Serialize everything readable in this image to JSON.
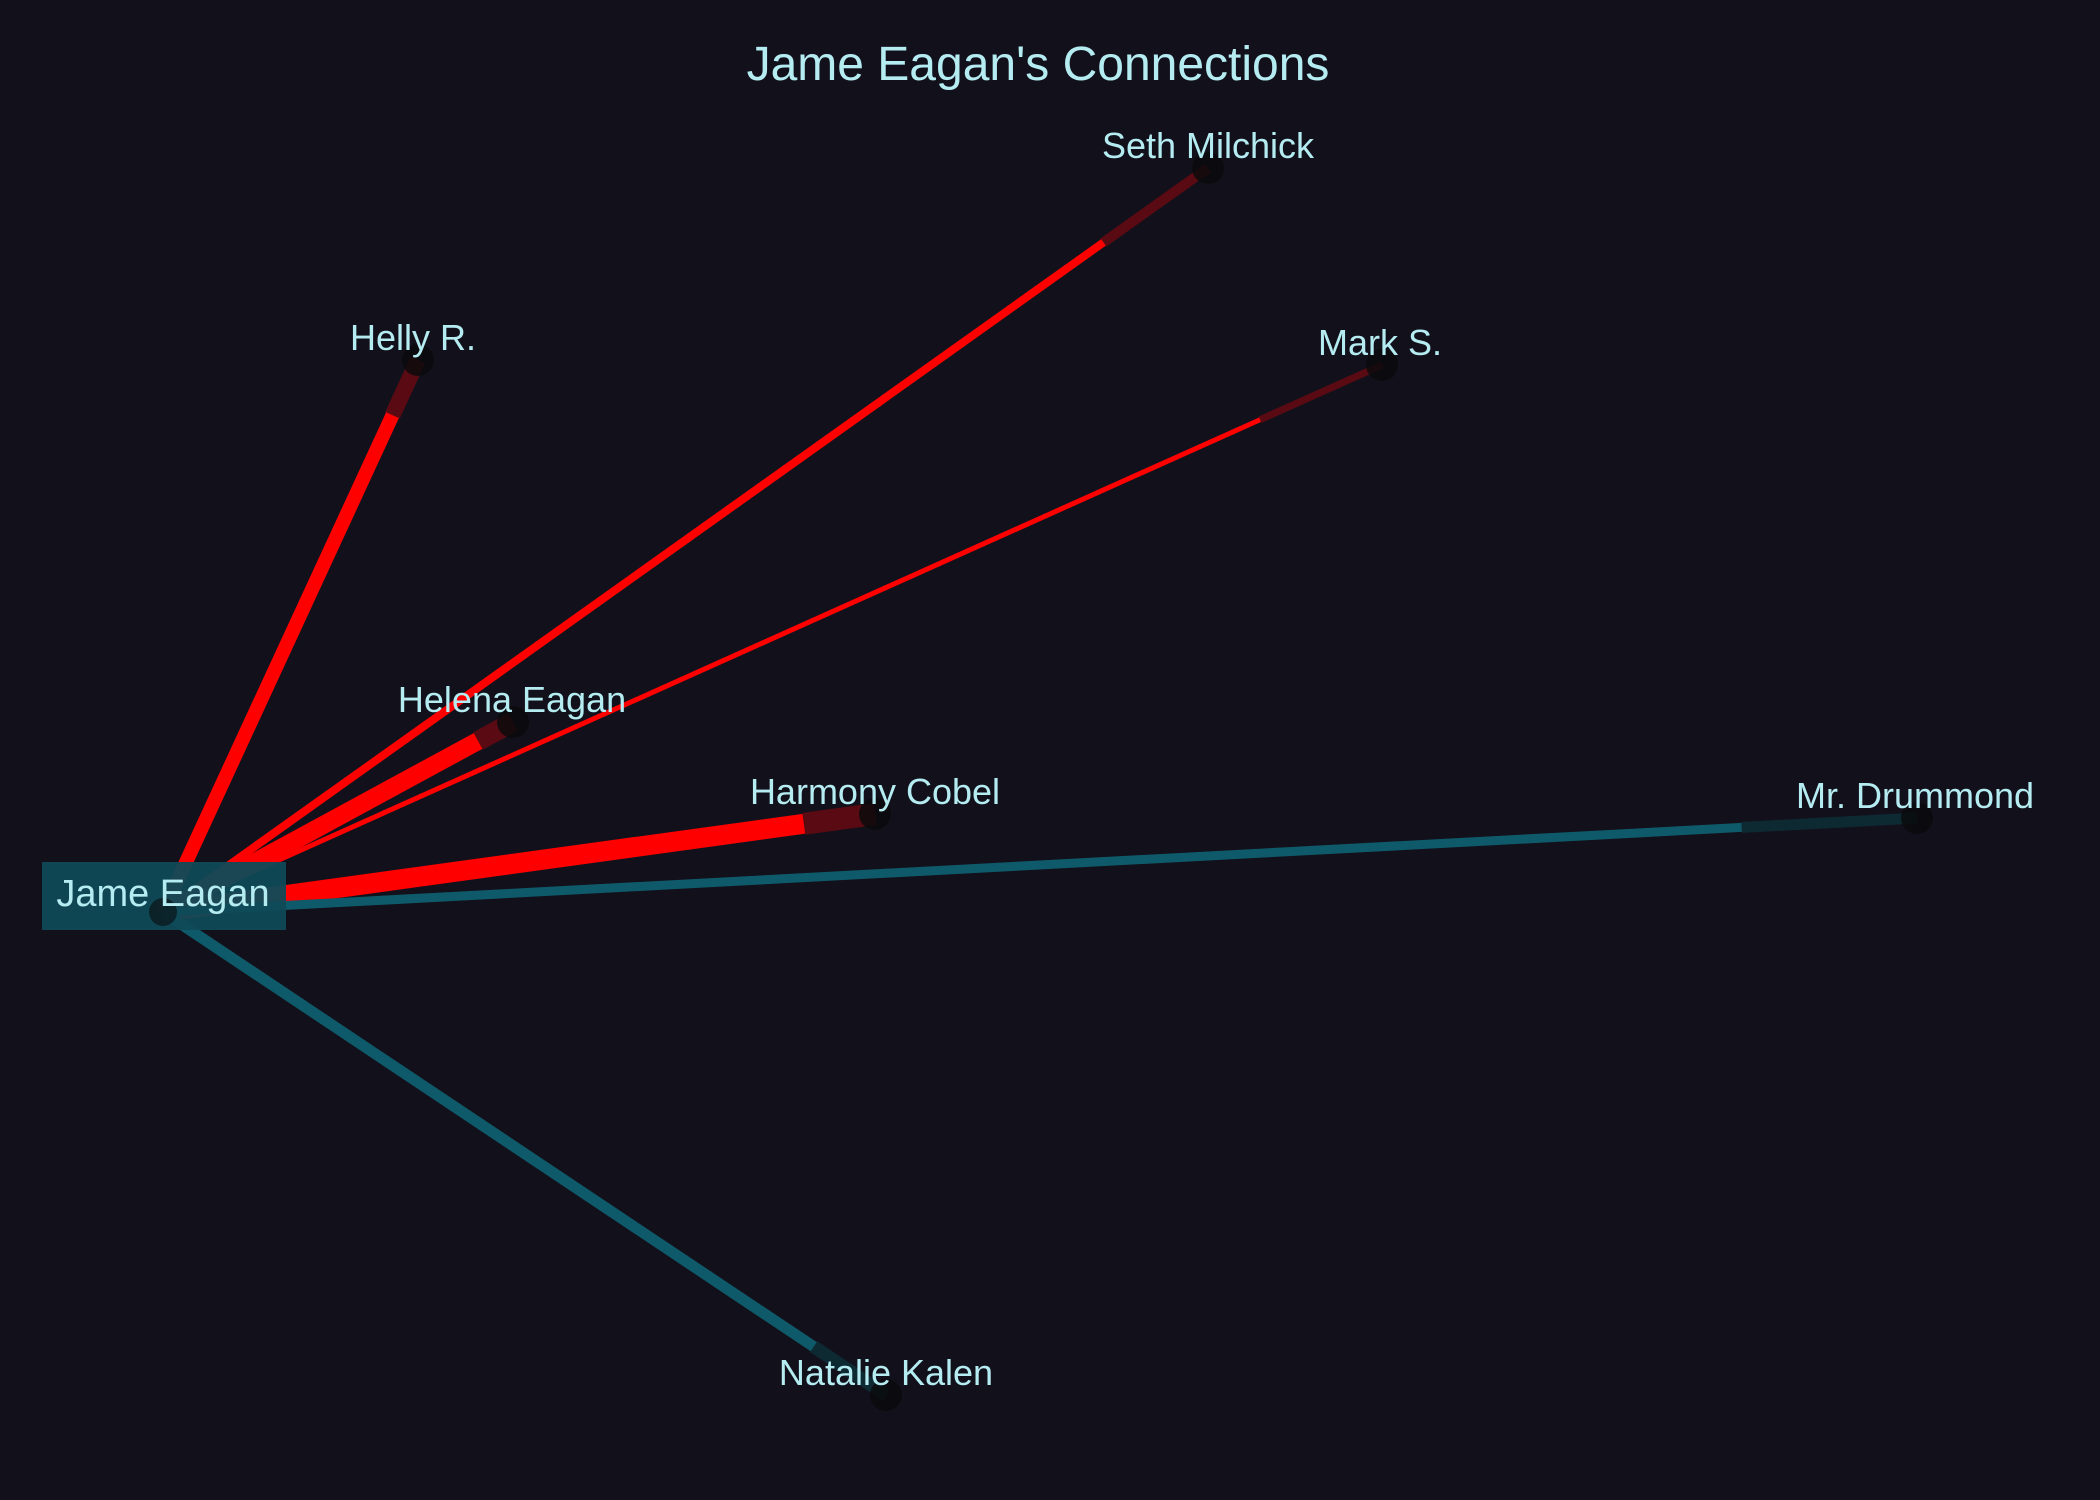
{
  "title": "Jame Eagan's Connections",
  "colors": {
    "background": "#12111b",
    "text": "#b5ecf2",
    "hostile": "#ff0000",
    "neutral": "#0f5a6a",
    "center_box": "#0f4a57",
    "node": "#0a0a0d"
  },
  "center": {
    "name": "Jame Eagan"
  },
  "connections": [
    {
      "name": "Seth Milchick",
      "relation": "hostile"
    },
    {
      "name": "Helly R.",
      "relation": "hostile"
    },
    {
      "name": "Mark S.",
      "relation": "hostile"
    },
    {
      "name": "Helena Eagan",
      "relation": "hostile"
    },
    {
      "name": "Harmony Cobel",
      "relation": "hostile"
    },
    {
      "name": "Mr. Drummond",
      "relation": "neutral"
    },
    {
      "name": "Natalie Kalen",
      "relation": "neutral"
    }
  ]
}
